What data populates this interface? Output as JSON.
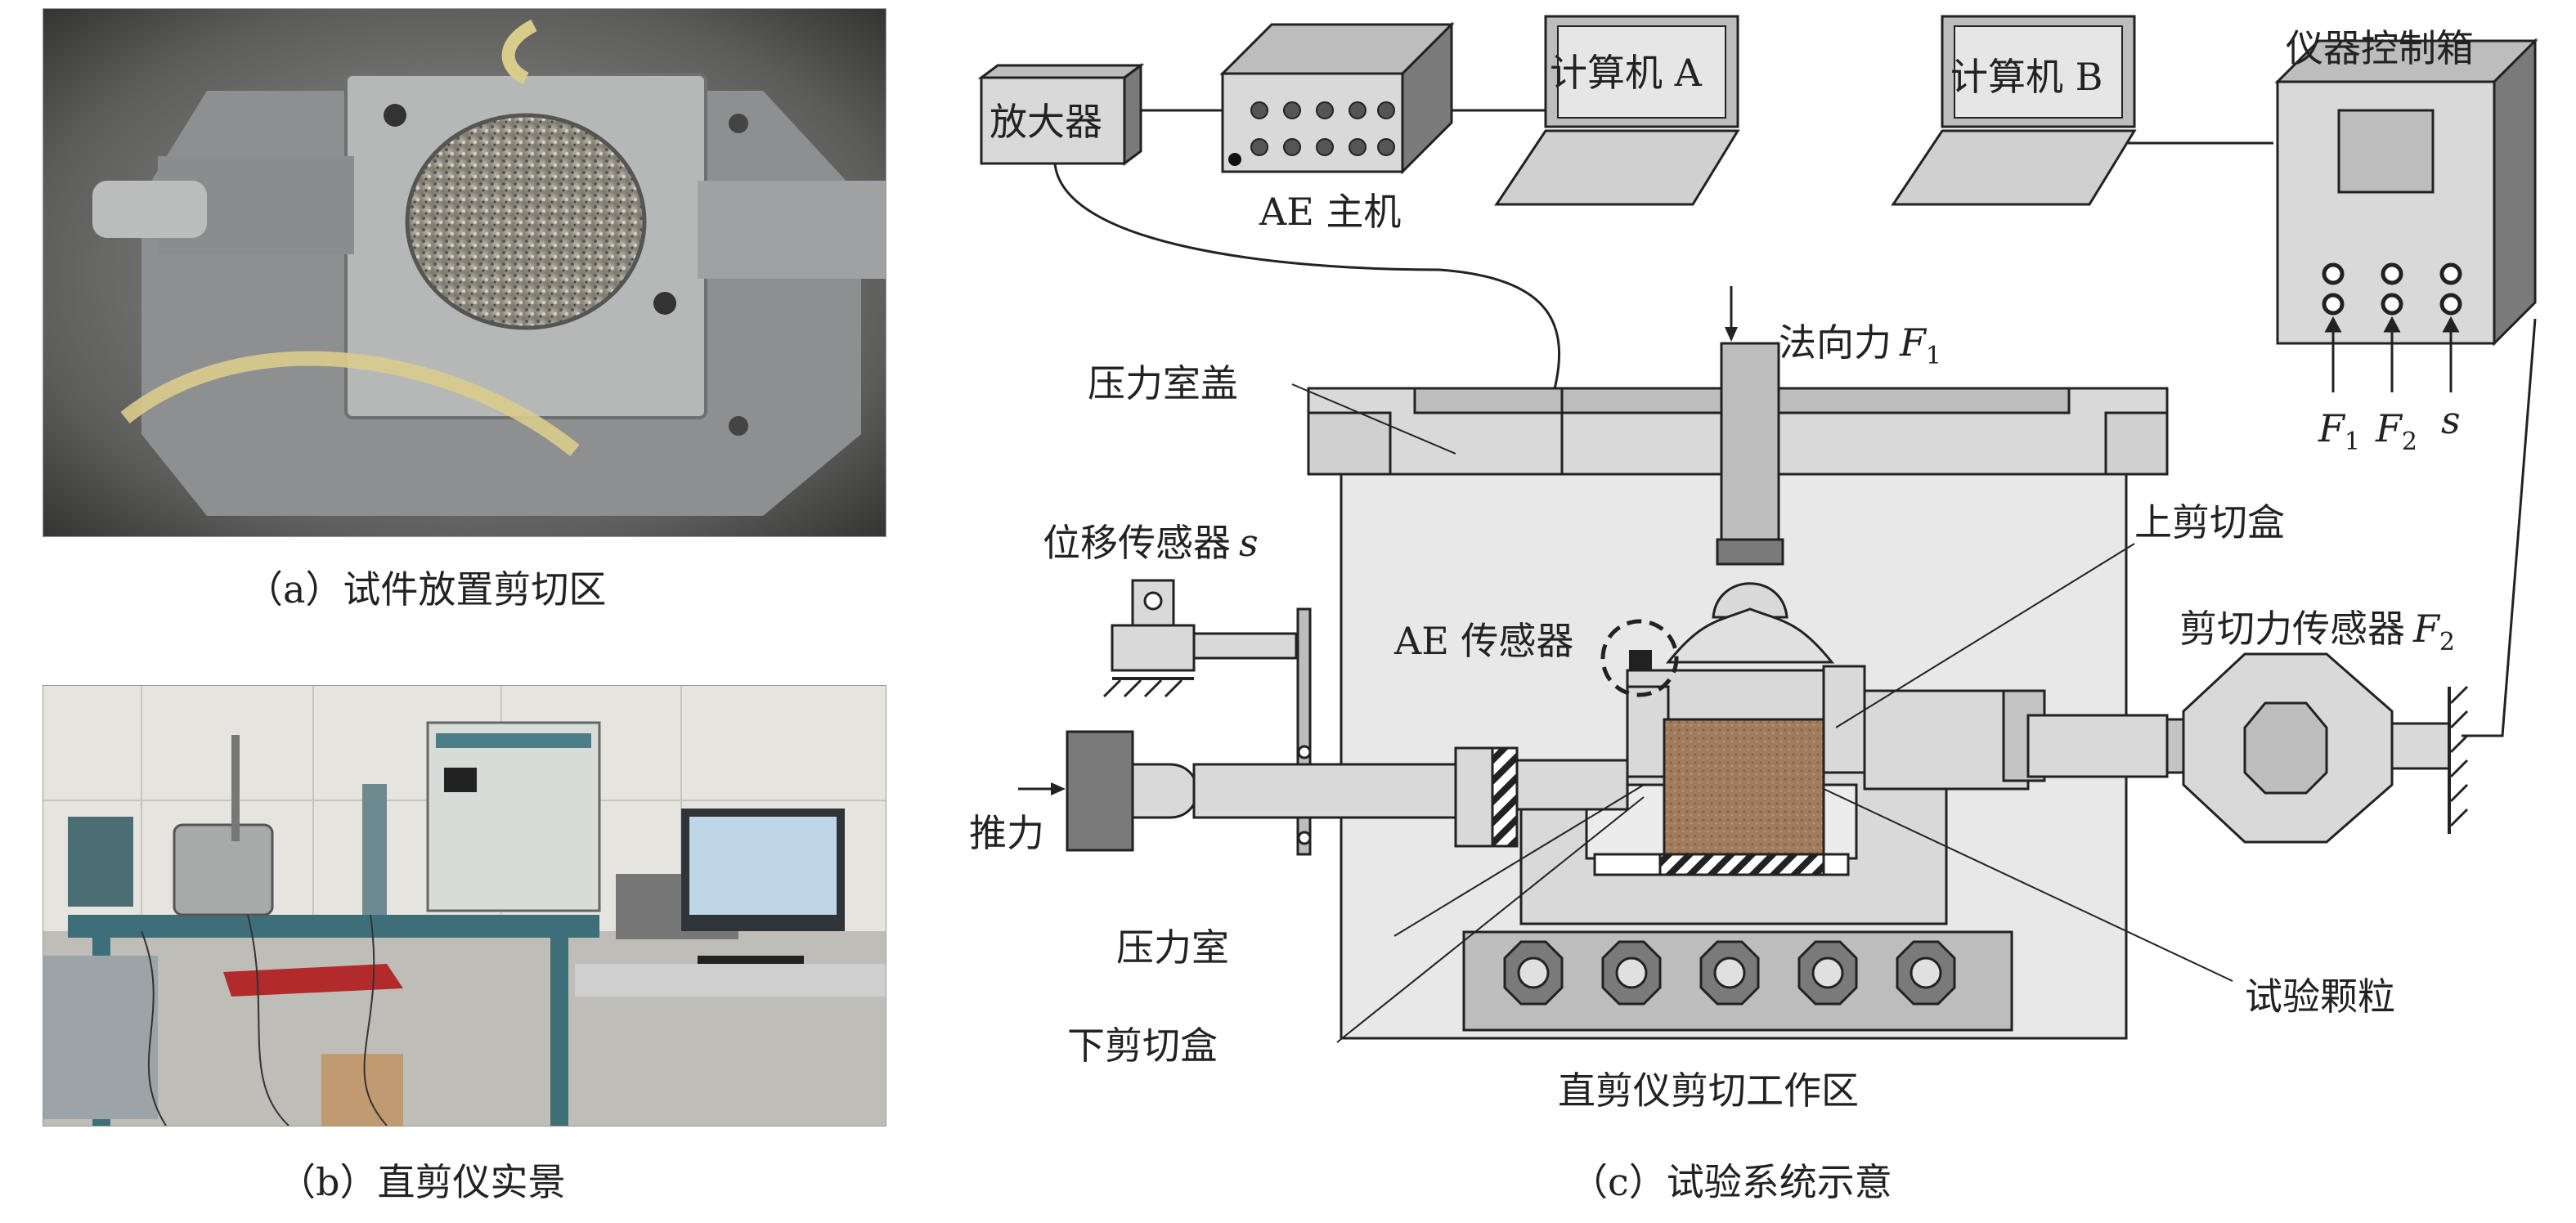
{
  "panels": {
    "a": {
      "caption": "（a）试件放置剪切区"
    },
    "b": {
      "caption": "（b）直剪仪实景"
    },
    "c": {
      "caption": "（c）试验系统示意"
    }
  },
  "diagram": {
    "amplifier": "放大器",
    "ae_host": "AE 主机",
    "computer_a": "计算机 A",
    "computer_b": "计算机 B",
    "control_box": "仪器控制箱",
    "f1_sym": "F",
    "f1_sub": "1",
    "f2_sym": "F",
    "f2_sub": "2",
    "s_sym": "s",
    "normal_force": "法向力",
    "chamber_lid": "压力室盖",
    "displacement_sensor": "位移传感器",
    "upper_box": "上剪切盒",
    "ae_sensor": "AE 传感器",
    "shear_force_sensor": "剪切力传感器",
    "thrust": "推力",
    "chamber": "压力室",
    "lower_box": "下剪切盒",
    "particles": "试验颗粒",
    "work_area": "直剪仪剪切工作区"
  },
  "colors": {
    "panel_gray": "#d9d9d9",
    "mid_gray": "#bdbdbd",
    "dark_gray": "#7a7a7a",
    "sample_brown": "#a07b5c",
    "screen": "#e6e6e6"
  }
}
